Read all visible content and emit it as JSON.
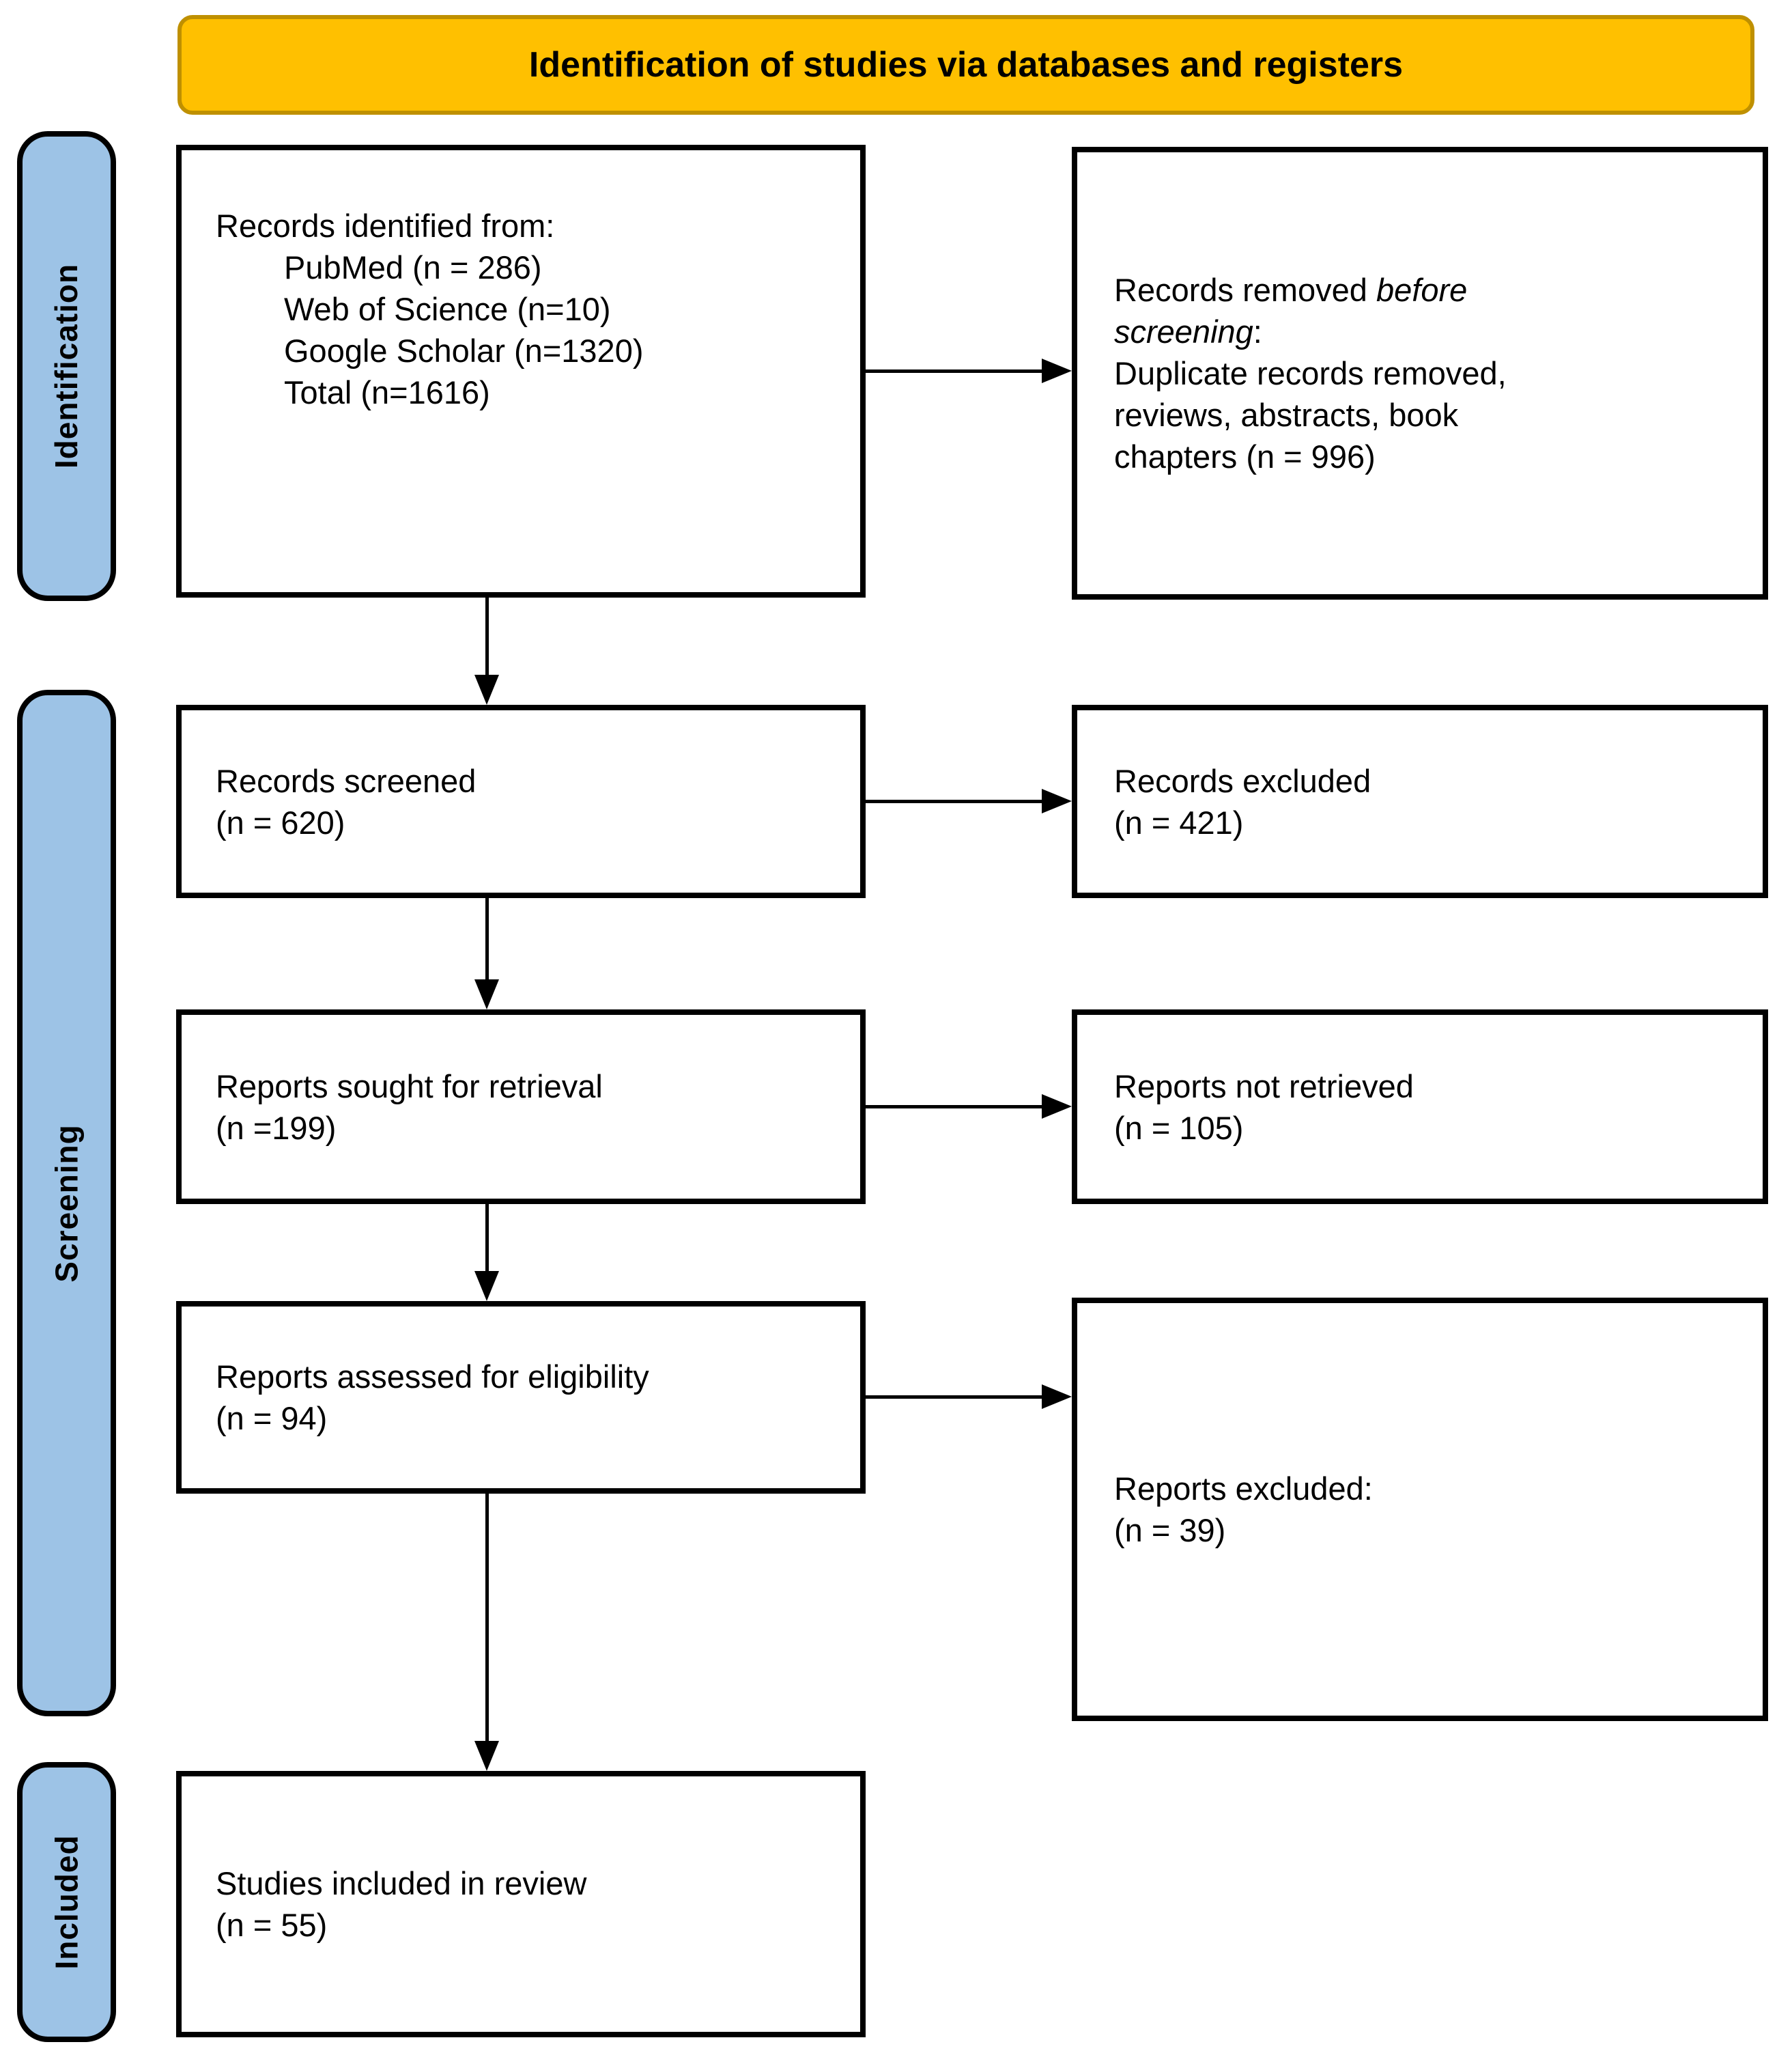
{
  "header": {
    "title": "Identification of studies via databases and registers"
  },
  "stages": {
    "identification": "Identification",
    "screening": "Screening",
    "included": "Included"
  },
  "boxes": {
    "identified": {
      "intro": "Records identified from:",
      "items": [
        "PubMed (n = 286)",
        "Web of Science (n=10)",
        "Google Scholar (n=1320)",
        "Total (n=1616)"
      ]
    },
    "removed": {
      "lead": "Records removed ",
      "italic1": "before",
      "italic2": "screening",
      "colon": ":",
      "body": "Duplicate records removed,\nreviews, abstracts, book\nchapters (n = 996)"
    },
    "screened": {
      "text": "Records screened\n(n = 620)"
    },
    "records_excluded": {
      "text": "Records excluded\n(n = 421)"
    },
    "sought": {
      "text": "Reports sought for retrieval\n(n =199)"
    },
    "not_retrieved": {
      "text": "Reports not retrieved\n(n = 105)"
    },
    "assessed": {
      "text": "Reports assessed for eligibility\n(n = 94)"
    },
    "reports_excluded": {
      "text": "Reports excluded:\n(n = 39)"
    },
    "included_in_review": {
      "text": "Studies included in review\n(n = 55)"
    }
  },
  "colors": {
    "banner_fill": "#FFC000",
    "banner_border": "#BF9000",
    "stage_fill": "#9DC3E6",
    "box_border": "#000000",
    "background": "#FFFFFF"
  }
}
